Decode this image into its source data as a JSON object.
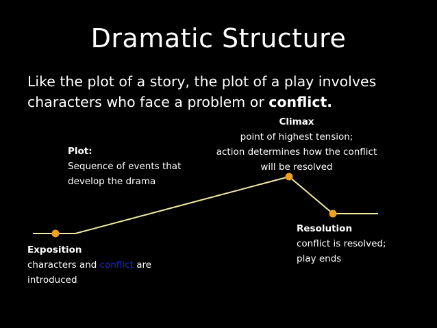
{
  "slide": {
    "title": "Dramatic Structure",
    "intro_text": "Like the plot of a story, the plot of a play involves characters who face a problem or",
    "intro_bold": "conflict."
  },
  "labels": {
    "climax": {
      "heading": "Climax",
      "line1": "point of highest tension;",
      "line2": "action determines how the conflict",
      "line3": "will be resolved"
    },
    "plot": {
      "heading": "Plot:",
      "line1": "Sequence of events that",
      "line2": "develop the drama"
    },
    "exposition": {
      "heading": "Exposition",
      "text_before": "characters and",
      "text_highlight": "conflict",
      "text_after": "are",
      "line2": "introduced"
    },
    "resolution": {
      "heading": "Resolution",
      "line1": "conflict is resolved;",
      "line2": "play ends"
    }
  },
  "colors": {
    "line": "#f2eaa6",
    "dot": "#f0a020",
    "highlight": "#1a2bd6",
    "background": "#000000"
  }
}
